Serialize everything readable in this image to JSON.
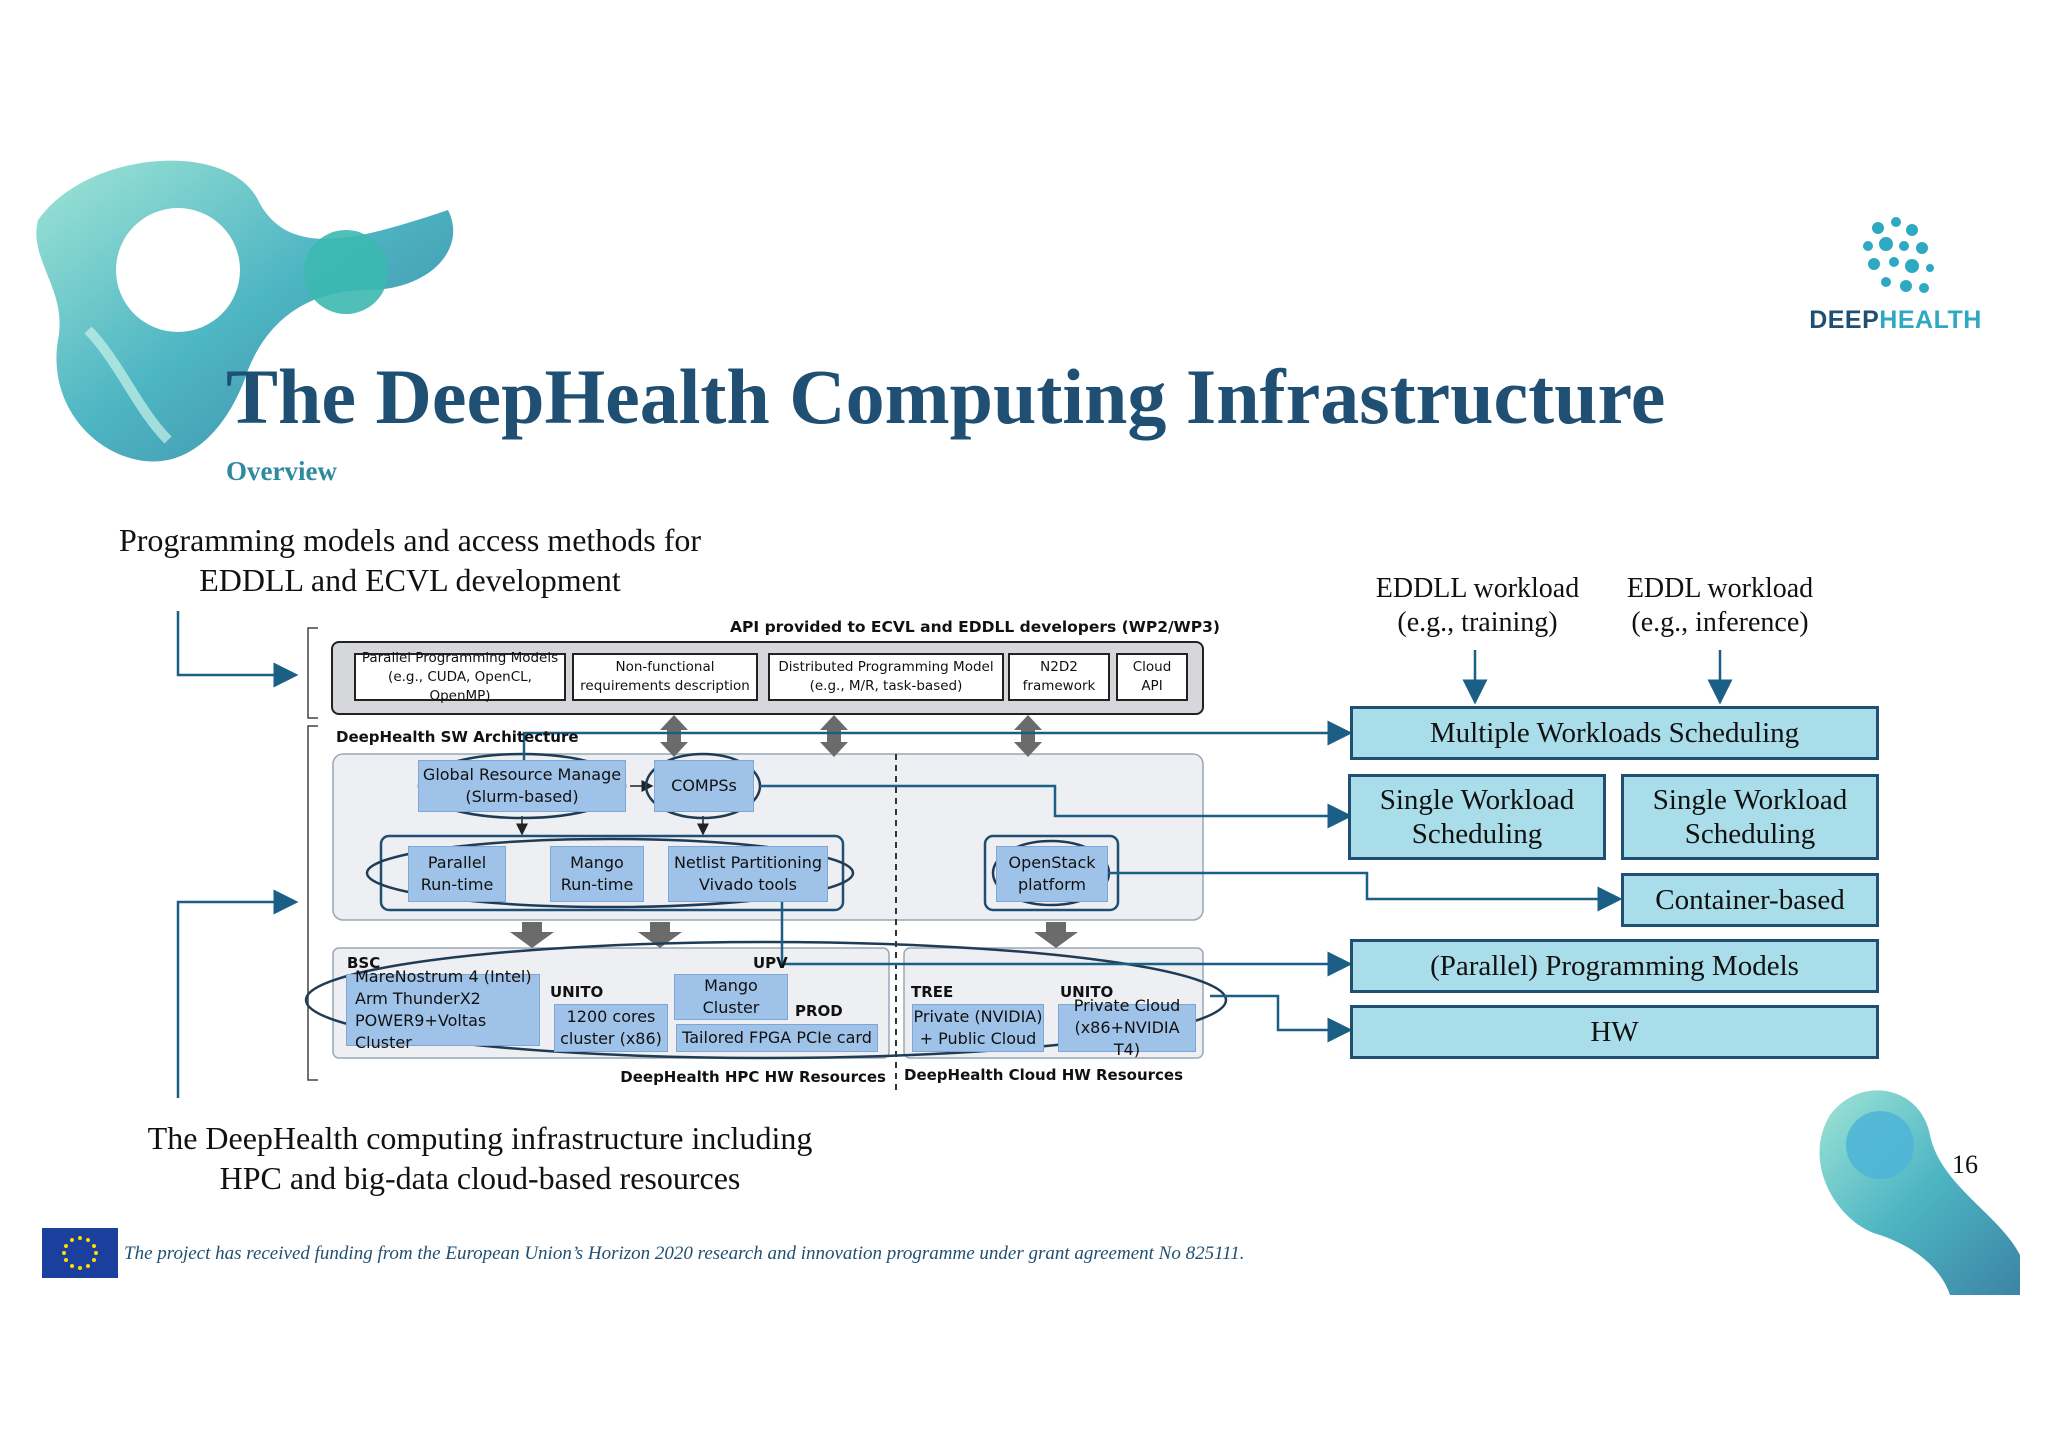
{
  "slide": {
    "title": "The DeepHealth Computing Infrastructure",
    "subtitle": "Overview",
    "page_number": "16",
    "logo_text_a": "DEEP",
    "logo_text_b": "HEALTH",
    "caption_top": [
      "Programming models and access methods for",
      "EDDLL and ECVL development"
    ],
    "caption_bottom": [
      "The DeepHealth computing infrastructure including",
      "HPC and big-data cloud-based resources"
    ],
    "footer": "The project has received funding from the European Union’s Horizon 2020 research and innovation programme under grant agreement No 825111."
  },
  "diagram": {
    "api_header": "API provided to ECVL and EDDLL developers (WP2/WP3)",
    "api_boxes": [
      [
        "Parallel Programming Models",
        "(e.g., CUDA, OpenCL, OpenMP)"
      ],
      [
        "Non-functional",
        "requirements description"
      ],
      [
        "Distributed Programming Model",
        "(e.g., M/R, task-based)"
      ],
      [
        "N2D2",
        "framework"
      ],
      [
        "Cloud",
        "API"
      ]
    ],
    "sw_arch_label": "DeepHealth SW Architecture",
    "grm": [
      "Global Resource Manage",
      "(Slurm-based)"
    ],
    "compss": "COMPSs",
    "parallel_runtime": [
      "Parallel",
      "Run-time"
    ],
    "mango_runtime": [
      "Mango",
      "Run-time"
    ],
    "netlist": [
      "Netlist Partitioning",
      "Vivado tools"
    ],
    "openstack": [
      "OpenStack",
      "platform"
    ],
    "bsc_label": "BSC",
    "upv_label": "UPV",
    "unito_label": "UNITO",
    "prod_label": "PROD",
    "tree_label": "TREE",
    "unito2_label": "UNITO",
    "marenostrum": [
      "MareNostrum 4 (Intel)",
      "Arm ThunderX2",
      "POWER9+Voltas Cluster"
    ],
    "cores": [
      "1200 cores",
      "cluster (x86)"
    ],
    "mango_cluster": [
      "Mango",
      "Cluster"
    ],
    "fpga": "Tailored FPGA PCIe card",
    "private_nvidia": [
      "Private (NVIDIA)",
      "+ Public Cloud"
    ],
    "private_cloud": [
      "Private Cloud",
      "(x86+NVIDIA T4)"
    ],
    "hpc_label": "DeepHealth HPC HW Resources",
    "cloud_label": "DeepHealth Cloud HW Resources"
  },
  "right_panel": {
    "eddll_workload": [
      "EDDLL workload",
      "(e.g., training)"
    ],
    "eddl_workload": [
      "EDDL workload",
      "(e.g., inference)"
    ],
    "multiple": "Multiple Workloads Scheduling",
    "single_a": [
      "Single Workload",
      "Scheduling"
    ],
    "single_b": [
      "Single Workload",
      "Scheduling"
    ],
    "container": "Container-based",
    "parallel_models": "(Parallel) Programming Models",
    "hw": "HW"
  },
  "colors": {
    "title": "#1f4f72",
    "subtitle": "#2e8a9e",
    "box_fill": "#a9dde9",
    "box_border": "#1f4f72",
    "arrow": "#1b5f86",
    "node_fill": "#9fc3e8"
  }
}
